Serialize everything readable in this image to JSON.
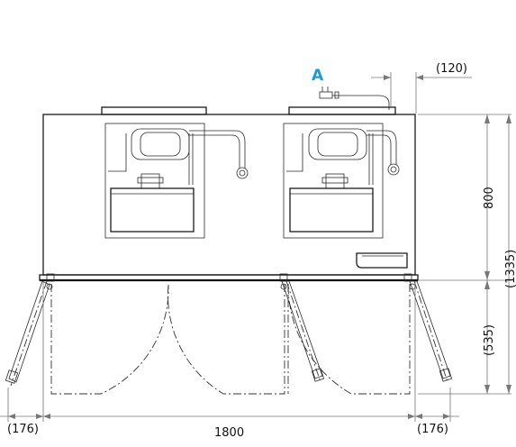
{
  "marker": {
    "label": "A",
    "color": "#1a9ad6"
  },
  "dimensions": {
    "top_offset": "(120)",
    "height_body": "800",
    "height_total": "(1335)",
    "door_swing": "(535)",
    "width": "1800",
    "side_left": "(176)",
    "side_right": "(176)"
  }
}
